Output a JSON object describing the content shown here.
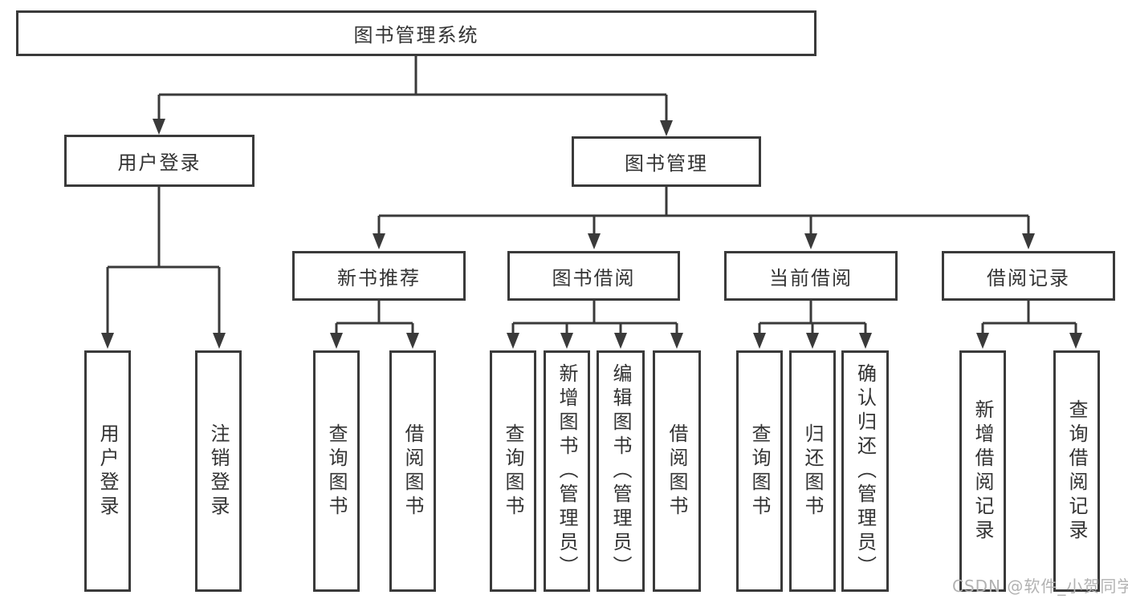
{
  "diagram": {
    "root": {
      "label": "图书管理系统"
    },
    "branches": [
      {
        "label": "用户登录",
        "children": [
          {
            "label": "用户登录"
          },
          {
            "label": "注销登录"
          }
        ]
      },
      {
        "label": "图书管理",
        "children": [
          {
            "label": "新书推荐",
            "children": [
              {
                "label": "查询图书"
              },
              {
                "label": "借阅图书"
              }
            ]
          },
          {
            "label": "图书借阅",
            "children": [
              {
                "label": "查询图书"
              },
              {
                "label": "新增图书（管理员）"
              },
              {
                "label": "编辑图书（管理员）"
              },
              {
                "label": "借阅图书"
              }
            ]
          },
          {
            "label": "当前借阅",
            "children": [
              {
                "label": "查询图书"
              },
              {
                "label": "归还图书"
              },
              {
                "label": "确认归还（管理员）"
              }
            ]
          },
          {
            "label": "借阅记录",
            "children": [
              {
                "label": "新增借阅记录"
              },
              {
                "label": "查询借阅记录"
              }
            ]
          }
        ]
      }
    ]
  },
  "watermark": "CSDN @软件_小贺同学",
  "colors": {
    "line": "#3a3a3a",
    "text": "#333333",
    "watermark": "#b2b2b2",
    "background": "#ffffff"
  }
}
